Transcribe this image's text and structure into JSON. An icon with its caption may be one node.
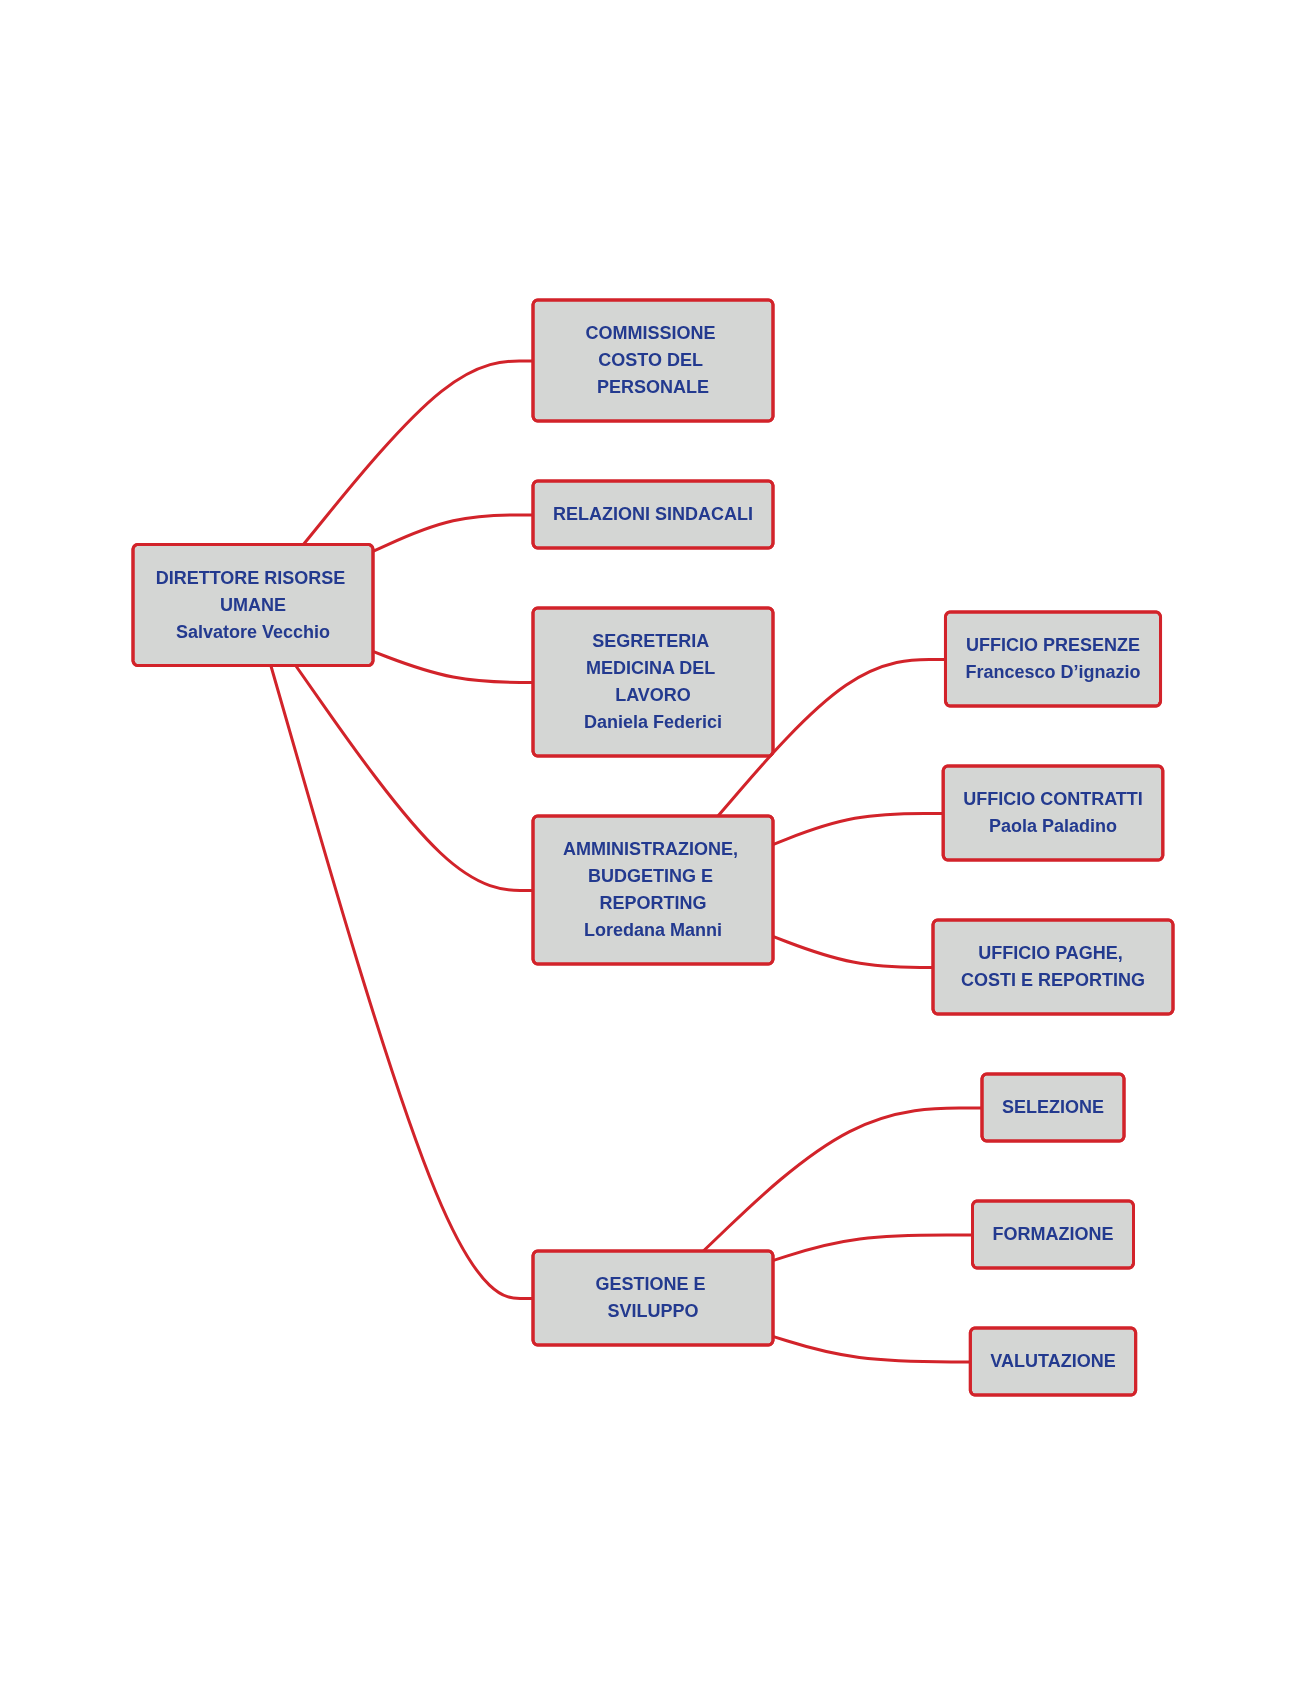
{
  "diagram": {
    "nodes": [
      {
        "text": [
          "DIRETTORE RISORSE UMANE",
          "Salvatore Vecchio"
        ]
      },
      {
        "text": [
          "COMMISSIONE COSTO DEL PERSONALE"
        ]
      },
      {
        "text": [
          "RELAZIONI SINDACALI"
        ]
      },
      {
        "text": [
          "SEGRETERIA MEDICINA DEL LAVORO",
          "Daniela Federici"
        ]
      },
      {
        "text": [
          "AMMINISTRAZIONE, BUDGETING E REPORTING",
          "Loredana Manni"
        ]
      },
      {
        "text": [
          "GESTIONE E SVILUPPO"
        ]
      },
      {
        "text": [
          "UFFICIO PRESENZE",
          "Francesco D’ignazio"
        ]
      },
      {
        "text": [
          "SELEZIONE"
        ]
      },
      {
        "text": [
          "UFFICIO CONTRATTI",
          "Paola Paladino"
        ]
      },
      {
        "text": [
          "FORMAZIONE"
        ]
      },
      {
        "text": [
          "UFFICIO PAGHE, COSTI E REPORTING"
        ]
      },
      {
        "text": [
          "VALUTAZIONE"
        ]
      }
    ],
    "edges": [
      {
        "from": 0,
        "to": 1,
        "arrow": "none"
      },
      {
        "from": 0,
        "to": 2,
        "arrow": "none"
      },
      {
        "from": 0,
        "to": 3,
        "arrow": "none"
      },
      {
        "from": 0,
        "to": 4,
        "arrow": "none"
      },
      {
        "from": 0,
        "to": 5,
        "arrow": "none"
      },
      {
        "from": 4,
        "to": 6,
        "arrow": "none"
      },
      {
        "from": 4,
        "to": 8,
        "arrow": "none"
      },
      {
        "from": 4,
        "to": 10,
        "arrow": "none"
      },
      {
        "from": 5,
        "to": 7,
        "arrow": "none"
      },
      {
        "from": 5,
        "to": 9,
        "arrow": "none"
      },
      {
        "from": 5,
        "to": 11,
        "arrow": "none"
      }
    ]
  }
}
